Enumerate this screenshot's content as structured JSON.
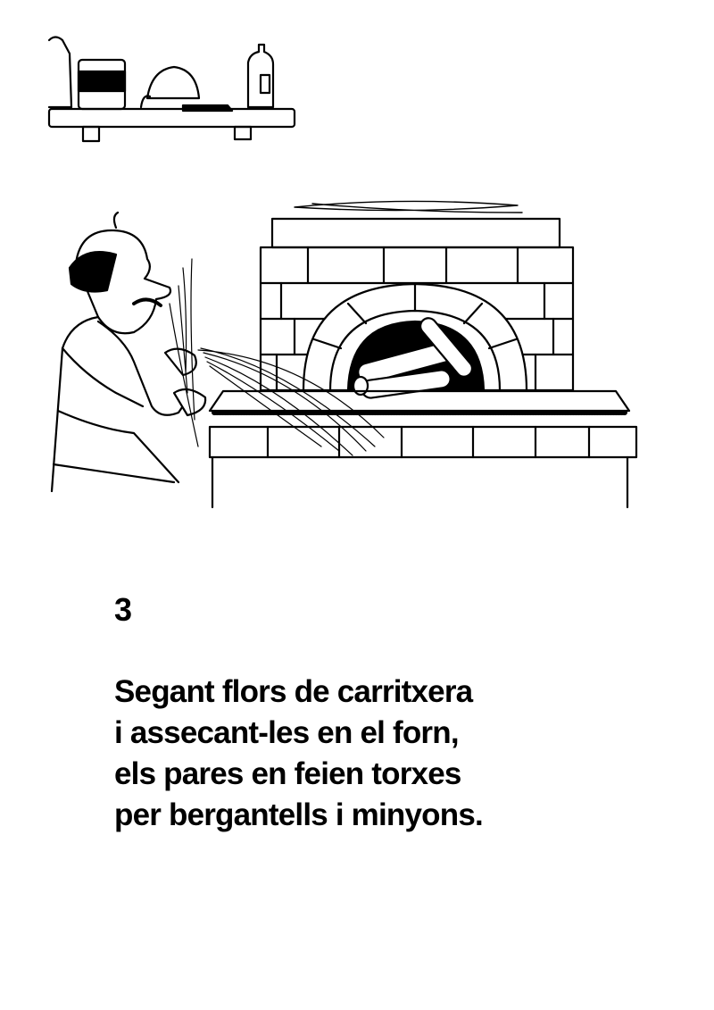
{
  "page": {
    "number": "3",
    "verse": [
      "Segant flors de carritxera",
      "i assecant-les en el forn,",
      "els pares en feien torxes",
      "per bergantells i minyons."
    ]
  },
  "colors": {
    "ink": "#000000",
    "paper": "#ffffff"
  }
}
